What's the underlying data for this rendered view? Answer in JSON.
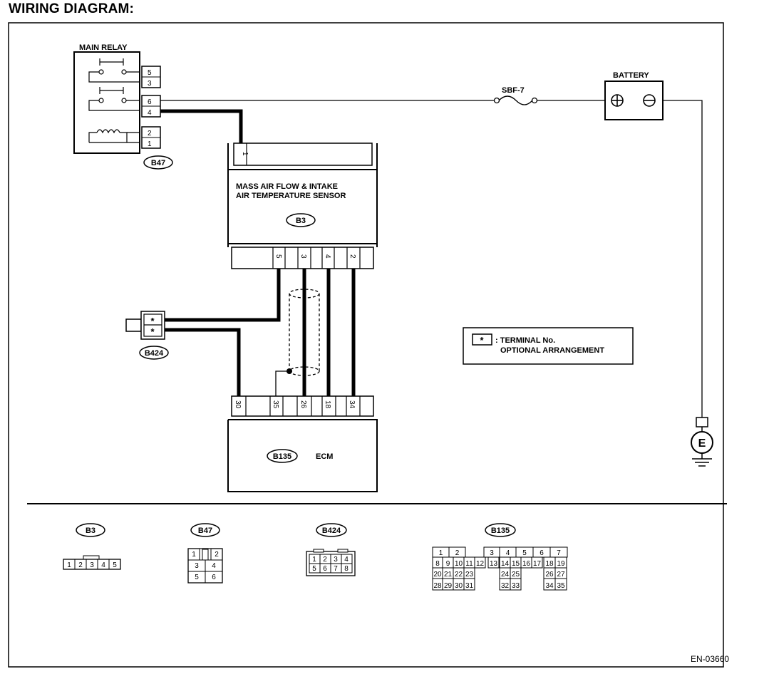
{
  "title": "WIRING DIAGRAM:",
  "main_relay": {
    "label": "MAIN RELAY",
    "connector": "B47",
    "pins": [
      "5",
      "3",
      "6",
      "4",
      "2",
      "1"
    ]
  },
  "battery": {
    "label": "BATTERY",
    "plus": "⊕",
    "minus": "⊖"
  },
  "fuse": {
    "label": "SBF-7"
  },
  "sensor": {
    "label_line1": "MASS AIR FLOW & INTAKE",
    "label_line2": "AIR TEMPERATURE SENSOR",
    "connector": "B3",
    "top_pin": "1",
    "bottom_pins": [
      "5",
      "3",
      "4",
      "2"
    ]
  },
  "b424": {
    "connector": "B424",
    "pins": [
      "*",
      "*"
    ]
  },
  "ecm": {
    "label": "ECM",
    "connector": "B135",
    "pins": [
      "30",
      "35",
      "26",
      "18",
      "34"
    ]
  },
  "ground": {
    "label": "E"
  },
  "legend": {
    "symbol": "*",
    "line1": ": TERMINAL No.",
    "line2": "OPTIONAL ARRANGEMENT"
  },
  "connector_views": {
    "b3": {
      "label": "B3",
      "cells": [
        "1",
        "2",
        "3",
        "4",
        "5"
      ]
    },
    "b47": {
      "label": "B47",
      "cells": [
        "1",
        "2",
        "3",
        "4",
        "5",
        "6"
      ]
    },
    "b424": {
      "label": "B424",
      "cells": [
        "1",
        "2",
        "3",
        "4",
        "5",
        "6",
        "7",
        "8"
      ]
    },
    "b135": {
      "label": "B135",
      "cells": [
        "1",
        "2",
        "3",
        "4",
        "5",
        "6",
        "7",
        "8",
        "9",
        "10",
        "11",
        "12",
        "13",
        "14",
        "15",
        "16",
        "17",
        "18",
        "19",
        "20",
        "21",
        "22",
        "23",
        "24",
        "25",
        "26",
        "27",
        "28",
        "29",
        "30",
        "31",
        "32",
        "33",
        "34",
        "35"
      ]
    }
  },
  "footer_code": "EN-03660"
}
